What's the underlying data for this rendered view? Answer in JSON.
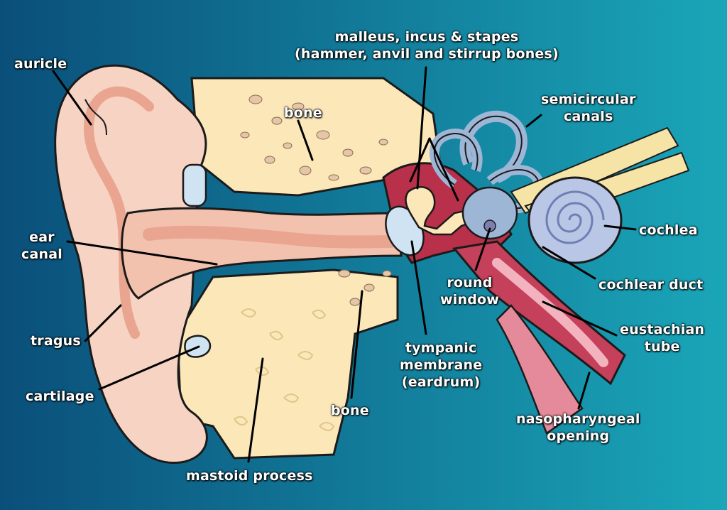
{
  "colors": {
    "background_left": "#0a4f7a",
    "background_right": "#1aa6b8",
    "skin": "#f6d3c2",
    "skin_shadow": "#e9a58f",
    "bone": "#fbe7b8",
    "bone_spongy": "#f1dcc6",
    "middle_ear": "#b8304a",
    "inner_ear": "#9eb6d6",
    "eardrum": "#cfe3f2",
    "nerve": "#f6e3a6",
    "leader_line": "#000000",
    "label_text": "#ffffff"
  },
  "labels": {
    "ossicles": [
      "malleus, incus & stapes",
      "(hammer, anvil and stirrup bones)"
    ],
    "auricle": "auricle",
    "bone_top": "bone",
    "semicircular_canals": [
      "semicircular",
      "canals"
    ],
    "ear_canal": [
      "ear",
      "canal"
    ],
    "cochlea": "cochlea",
    "round_window": [
      "round",
      "window"
    ],
    "cochlear_duct": "cochlear duct",
    "tragus": "tragus",
    "eustachian_tube": [
      "eustachian",
      "tube"
    ],
    "tympanic_membrane": [
      "tympanic",
      "membrane",
      "(eardrum)"
    ],
    "cartilage": "cartilage",
    "bone_bottom": "bone",
    "nasopharyngeal_opening": [
      "nasopharyngeal",
      "opening"
    ],
    "mastoid_process": "mastoid process"
  }
}
